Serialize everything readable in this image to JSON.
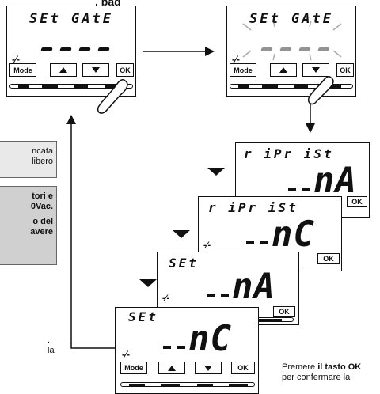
{
  "header_fragment": ", pag",
  "left_box": {
    "line1": "ncata",
    "line2": "libero",
    "line3": "tori e",
    "line4": "0Vac.",
    "line5": "o del",
    "line6": "avere"
  },
  "left_text": {
    "line1": ".",
    "line2": "la",
    "line3": ""
  },
  "buttons": {
    "mode": "Mode",
    "ok": "OK"
  },
  "panel1": {
    "top_display": "SEt GAtE"
  },
  "panel2": {
    "top_display": "SEt GAtE"
  },
  "panel3": {
    "top_display": "r iPr  iSt",
    "big": "nA"
  },
  "panel4": {
    "top_display": "r iPr  iSt",
    "big": "nC"
  },
  "panel5": {
    "top_display": "SEt",
    "big": "nA"
  },
  "panel6": {
    "top_display": "SEt",
    "big": "nC"
  },
  "caption": {
    "line1_prefix": "Premere ",
    "line1_bold": "il tasto OK",
    "line2": "per confermare la"
  }
}
